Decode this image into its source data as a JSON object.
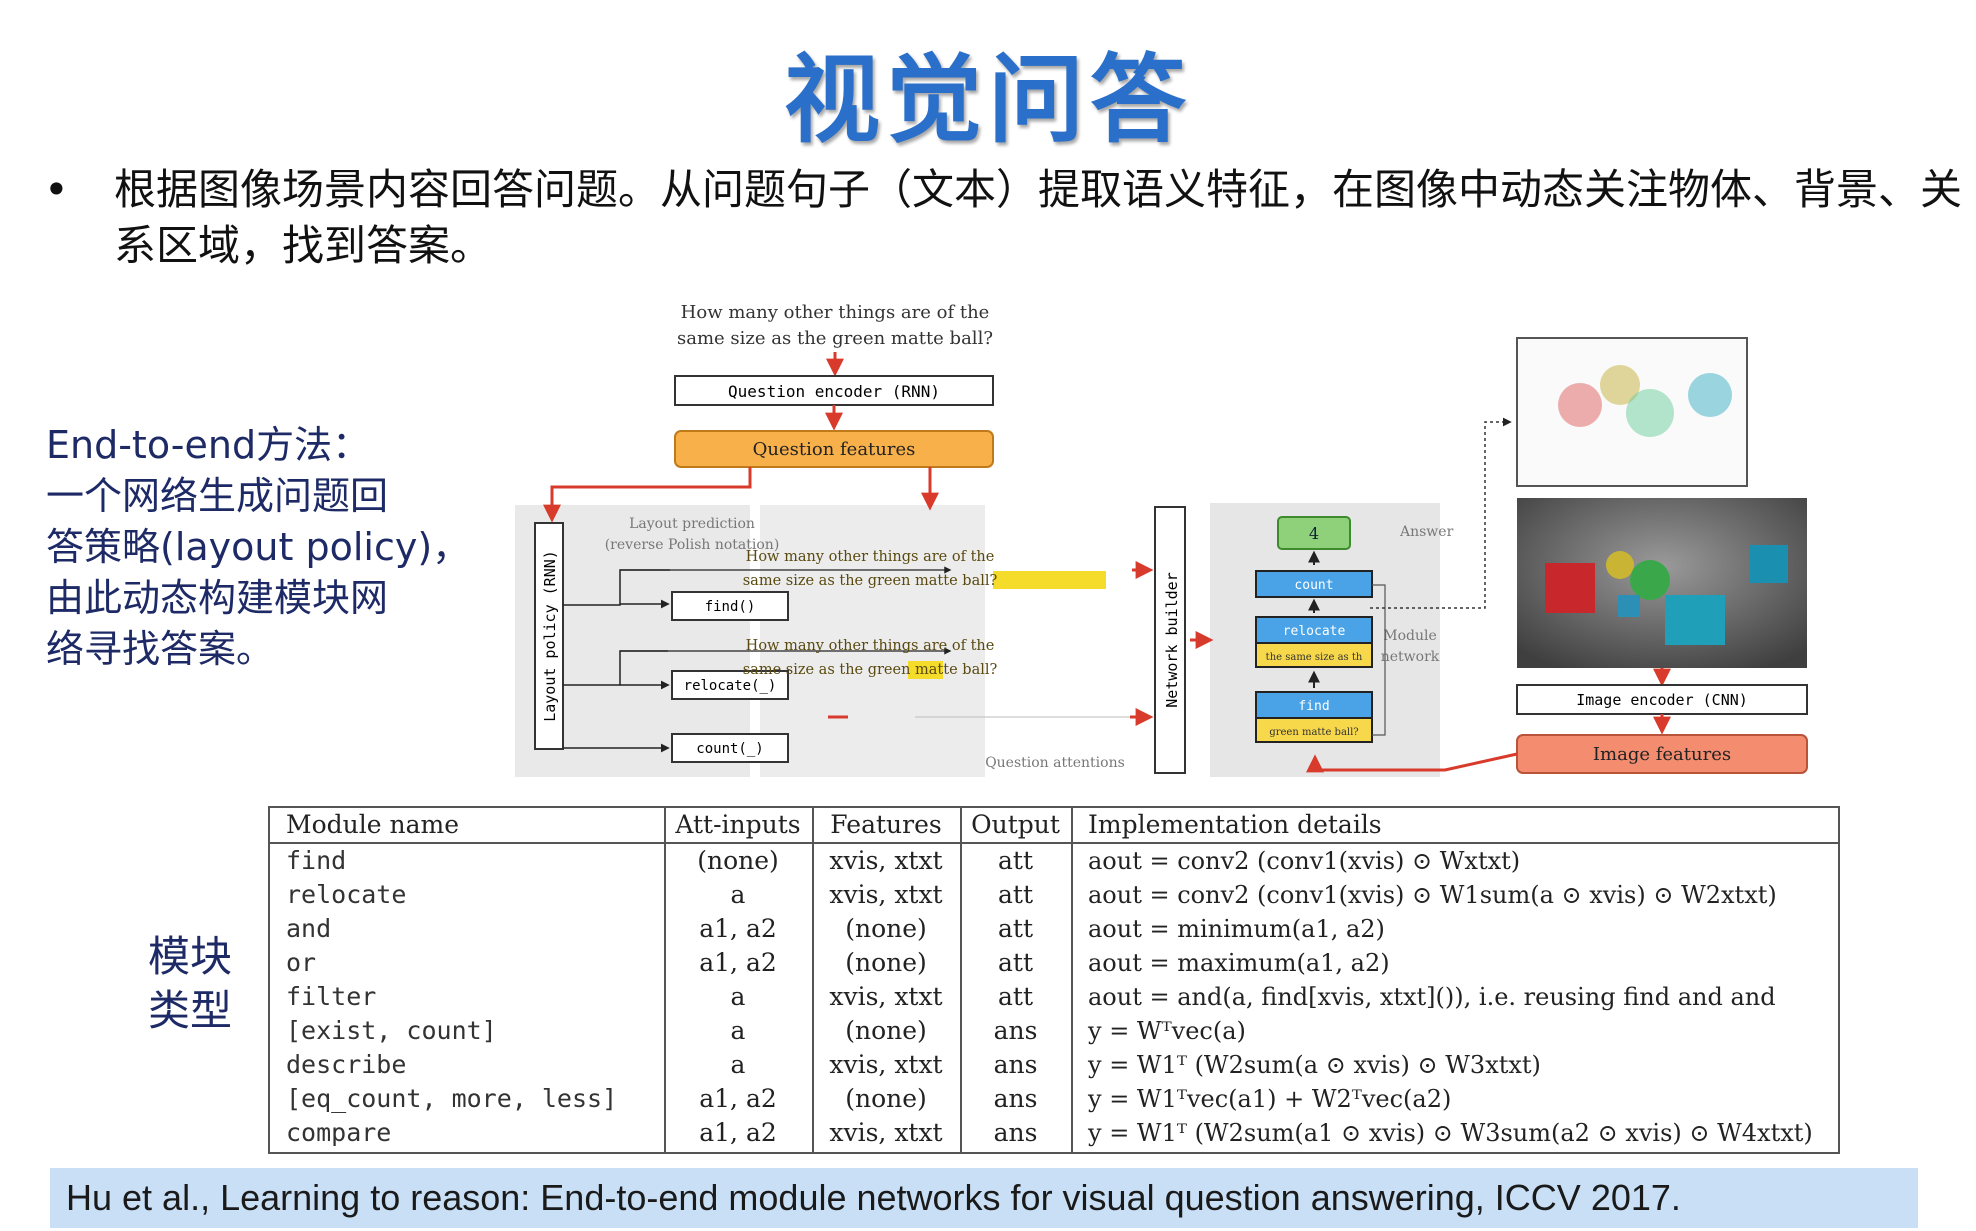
{
  "title": "视觉问答",
  "bullet": {
    "marker": "•",
    "text": "根据图像场景内容回答问题。从问题句子（文本）提取语义特征，在图像中动态关注物体、背景、关系区域，找到答案。"
  },
  "side_note": [
    "End-to-end方法：",
    "一个网络生成问题回",
    "答策略(layout policy)，",
    "由此动态构建模块网",
    "络寻找答案。"
  ],
  "module_types_label": "模块\n类型",
  "figure": {
    "question": [
      "How many other things are of the",
      "same size as the green matte ball?"
    ],
    "question_encoder": "Question encoder (RNN)",
    "question_features": "Question features",
    "layout_policy": "Layout policy (RNN)",
    "layout_prediction": [
      "Layout prediction",
      "(reverse Polish notation)"
    ],
    "modules_predicted": [
      "find()",
      "relocate(_)",
      "count(_)"
    ],
    "attention_q1": [
      "How many other things are of the",
      "same size as the green matte ball?"
    ],
    "attention_q2": [
      "How many other things are of the",
      "same size as the green matte ball?"
    ],
    "question_attentions": "Question attentions",
    "network_builder": "Network builder",
    "answer_value": "4",
    "answer_label": "Answer",
    "module_network_label": [
      "Module",
      "network"
    ],
    "net_modules": [
      "count",
      "relocate",
      "find"
    ],
    "net_snippets": [
      "the same size as th",
      "green matte ball?"
    ],
    "image_encoder": "Image encoder (CNN)",
    "image_features": "Image features"
  },
  "table": {
    "headers": [
      "Module name",
      "Att-inputs",
      "Features",
      "Output",
      "Implementation details"
    ],
    "rows": [
      [
        "find",
        "(none)",
        "xvis, xtxt",
        "att",
        "aout = conv2 (conv1(xvis) ⊙ Wxtxt)"
      ],
      [
        "relocate",
        "a",
        "xvis, xtxt",
        "att",
        "aout = conv2 (conv1(xvis) ⊙ W1sum(a ⊙ xvis) ⊙ W2xtxt)"
      ],
      [
        "and",
        "a1, a2",
        "(none)",
        "att",
        "aout = minimum(a1, a2)"
      ],
      [
        "or",
        "a1, a2",
        "(none)",
        "att",
        "aout = maximum(a1, a2)"
      ],
      [
        "filter",
        "a",
        "xvis, xtxt",
        "att",
        "aout = and(a, find[xvis, xtxt]()), i.e. reusing find and and"
      ],
      [
        "[exist, count]",
        "a",
        "(none)",
        "ans",
        "y = Wᵀvec(a)"
      ],
      [
        "describe",
        "a",
        "xvis, xtxt",
        "ans",
        "y = W1ᵀ (W2sum(a ⊙ xvis) ⊙ W3xtxt)"
      ],
      [
        "[eq_count, more, less]",
        "a1, a2",
        "(none)",
        "ans",
        "y = W1ᵀvec(a1) + W2ᵀvec(a2)"
      ],
      [
        "compare",
        "a1, a2",
        "xvis, xtxt",
        "ans",
        "y = W1ᵀ (W2sum(a1 ⊙ xvis) ⊙ W3sum(a2 ⊙ xvis) ⊙ W4xtxt)"
      ]
    ]
  },
  "citation": "Hu et al., Learning to reason: End-to-end module networks for visual question answering, ICCV 2017.",
  "colors": {
    "title": "#2a6fc9",
    "orange_box": "#f7b04a",
    "red_box": "#f48c6f",
    "blue_box": "#4aa3e6",
    "green_box": "#8ed17a",
    "arrow": "#d83b2b",
    "cite_bg": "#c9dff6"
  }
}
